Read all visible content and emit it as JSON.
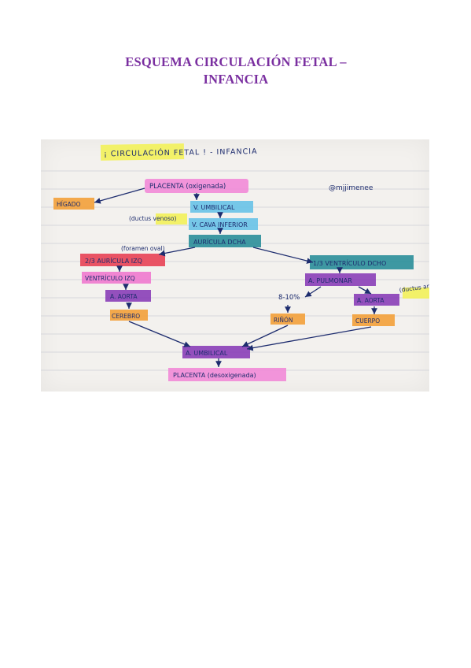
{
  "document": {
    "title_line1": "ESQUEMA CIRCULACIÓN FETAL –",
    "title_line2": "INFANCIA"
  },
  "note": {
    "heading": "¡ CIRCULACIÓN FETAL !   - INFANCIA",
    "author": "@mjjimenee",
    "nodes": {
      "placenta_top": "PLACENTA (oxigenada)",
      "higado": "HÍGADO",
      "vena_umbilical": "V. UMBILICAL",
      "ductus_venoso": "(ductus venoso)",
      "vena_cava": "V. CAVA INFERIOR",
      "auricula_dcha": "AURÍCULA DCHA",
      "foramen_oval": "(foramen oval)",
      "auricula_izq": "2/3 AURÍCULA IZQ",
      "ventriculo_izq": "VENTRÍCULO IZQ",
      "aorta_left": "A. AORTA",
      "cerebro": "CEREBRO",
      "ventriculo_dcho": "1/3 VENTRÍCULO DCHO",
      "pulmonar": "A. PULMONAR",
      "ductus_arterioso": "(ductus arterioso)",
      "percent": "8-10%",
      "aorta_right": "A. AORTA",
      "rinon": "RIÑÓN",
      "cuerpo": "CUERPO",
      "umbilical_arteria": "A. UMBILICAL",
      "placenta_bottom": "PLACENTA (desoxigenada)"
    }
  },
  "colors": {
    "title": "#7a2fa0",
    "pink": "#f28bd8",
    "orange": "#f4a13a",
    "blue": "#69c3e8",
    "teal": "#2b8f9a",
    "red": "#e84256",
    "purple": "#8a3fb8",
    "yellow": "#f3f25a",
    "ink": "#1d2c6e"
  }
}
